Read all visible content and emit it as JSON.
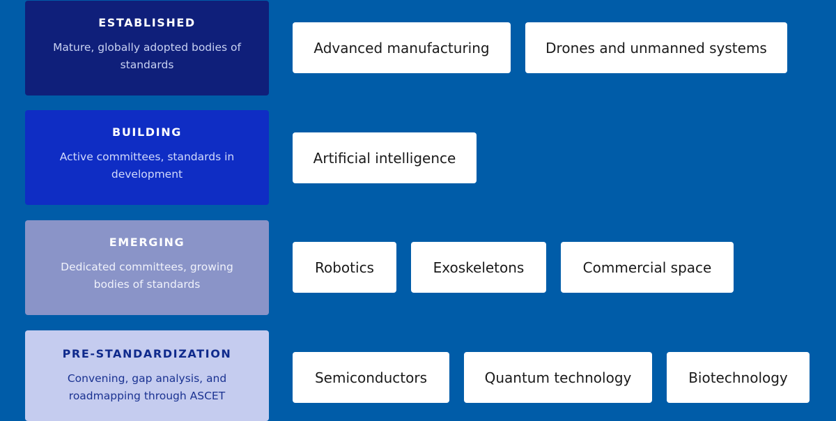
{
  "colors": {
    "background": "#005ca8",
    "established": "#0f1f7a",
    "building": "#0f2dc4",
    "emerging": "#8a94c8",
    "pre_standardization": "#c5ccef",
    "tag": "#ffffff"
  },
  "stages": [
    {
      "title": "ESTABLISHED",
      "description": "Mature, globally adopted bodies of standards",
      "tags": [
        "Advanced manufacturing",
        "Drones and unmanned systems"
      ]
    },
    {
      "title": "BUILDING",
      "description": "Active committees, standards in development",
      "tags": [
        "Artificial intelligence"
      ]
    },
    {
      "title": "EMERGING",
      "description": "Dedicated committees, growing bodies of standards",
      "tags": [
        "Robotics",
        "Exoskeletons",
        "Commercial space"
      ]
    },
    {
      "title": "PRE-STANDARDIZATION",
      "description": "Convening, gap analysis, and roadmapping through ASCET",
      "tags": [
        "Semiconductors",
        "Quantum technology",
        "Biotechnology"
      ]
    }
  ]
}
